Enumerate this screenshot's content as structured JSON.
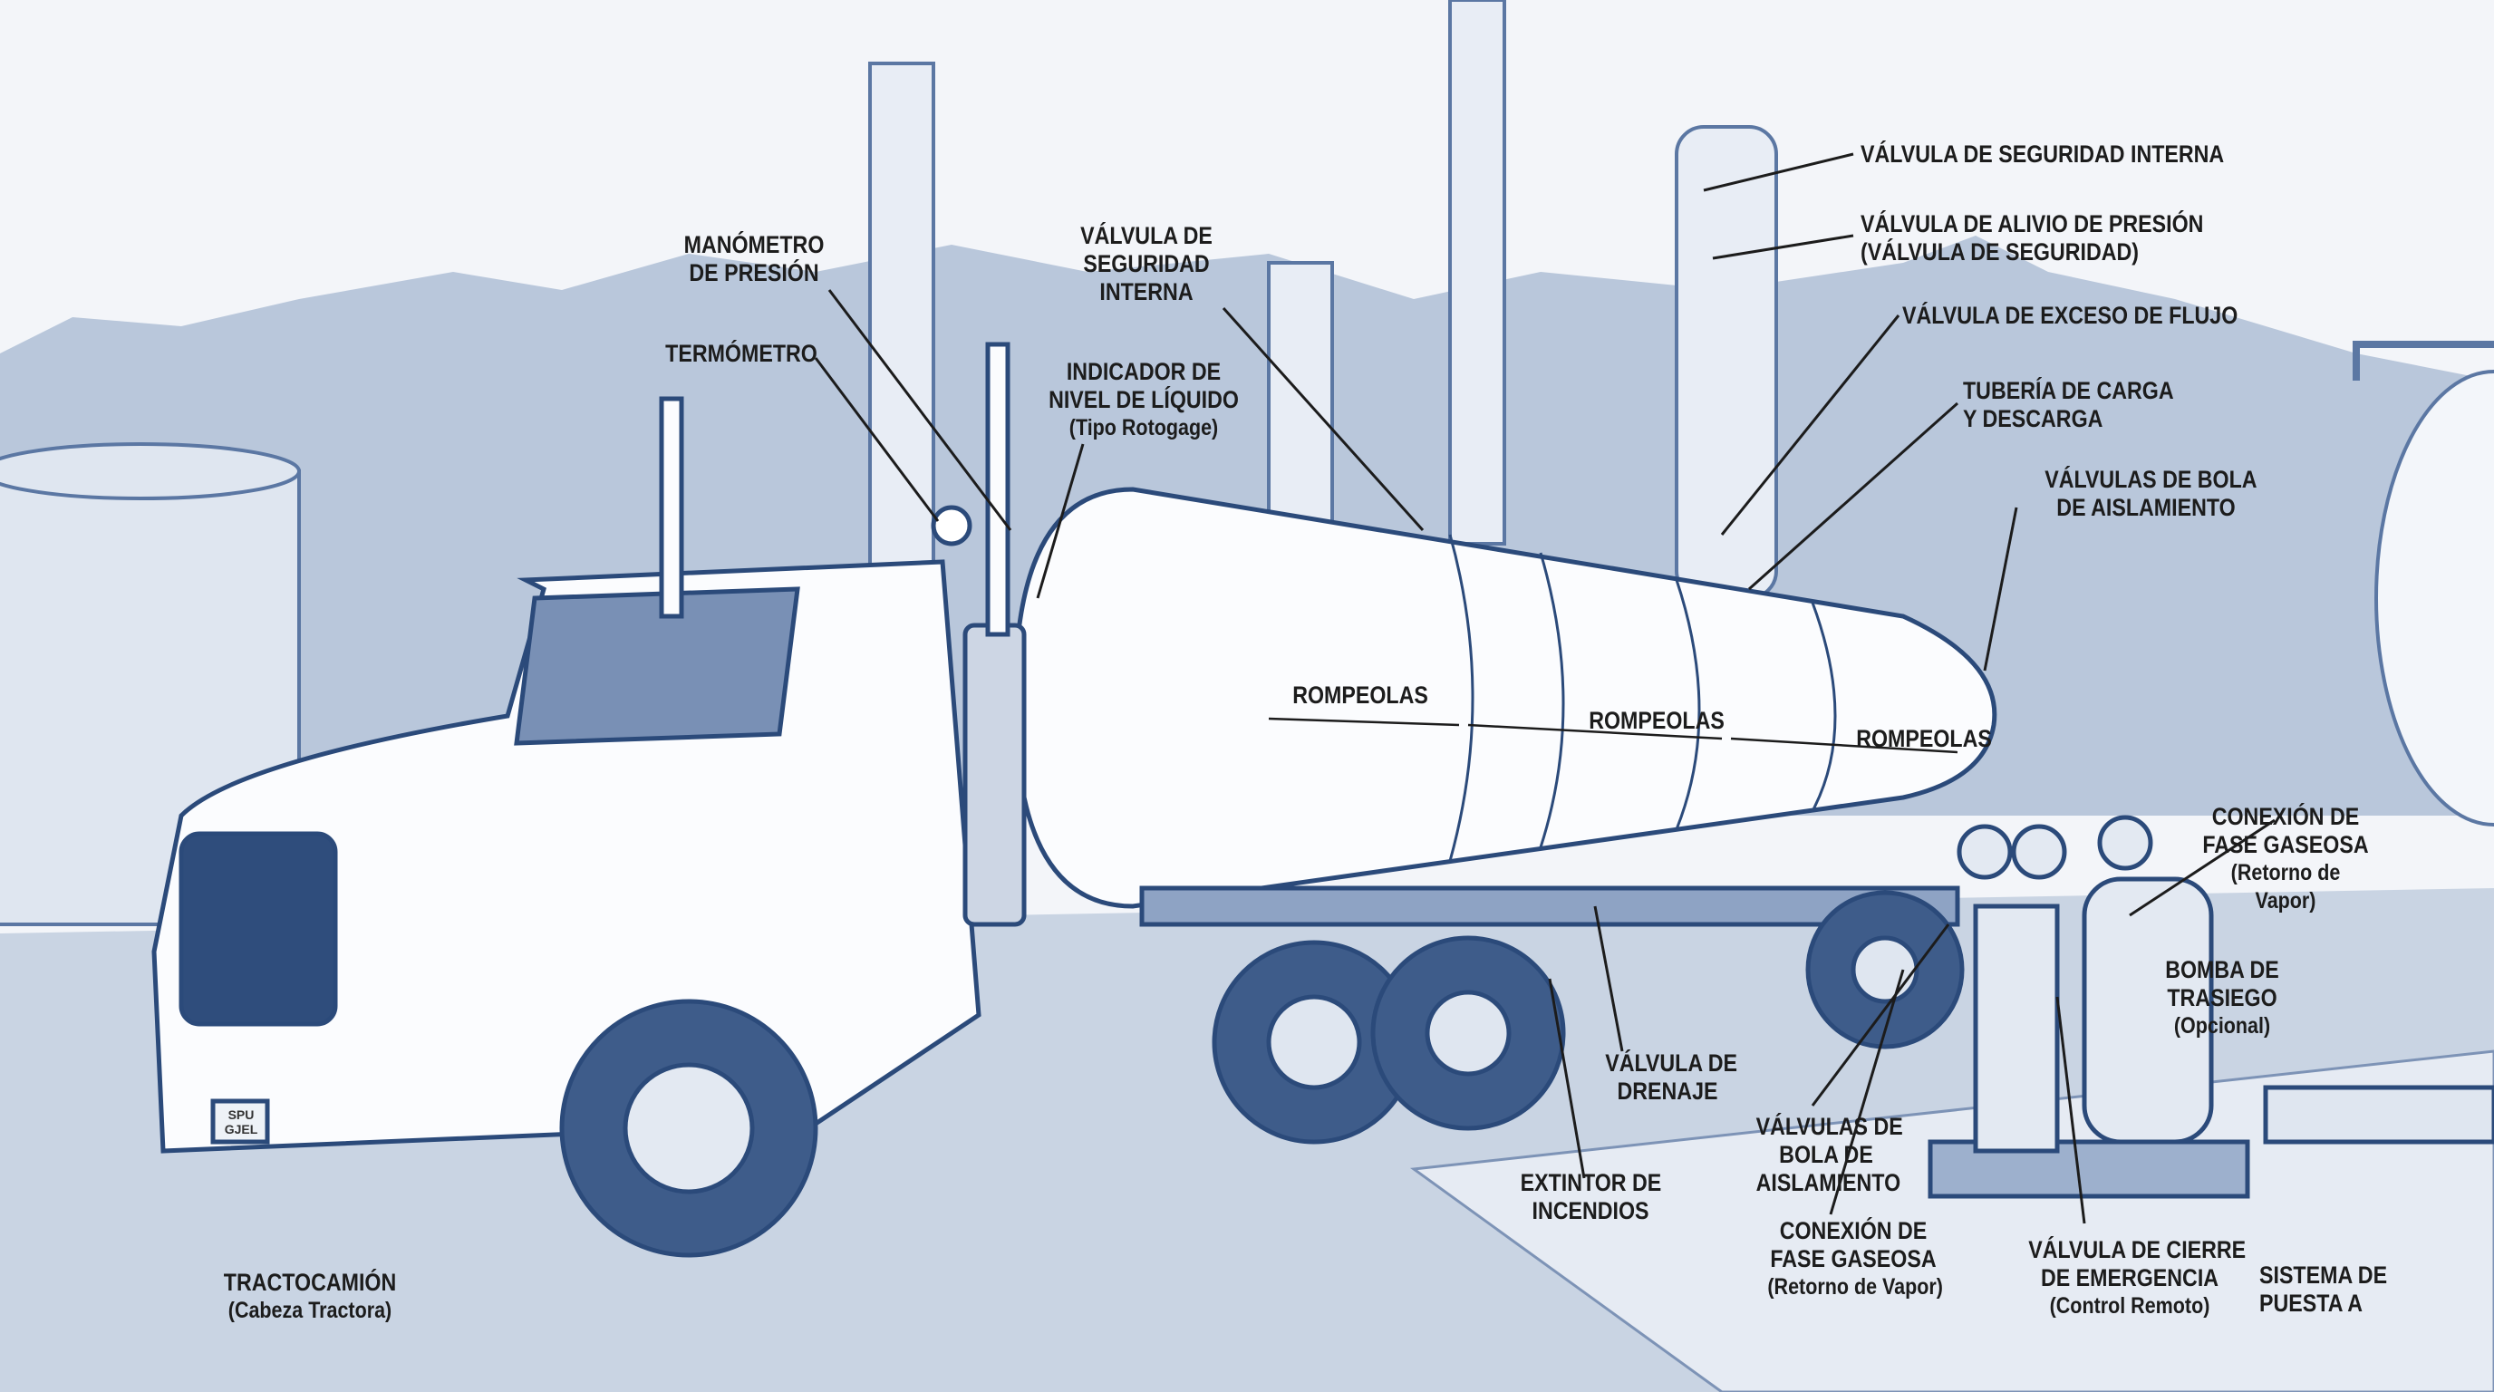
{
  "labels": {
    "manometro": {
      "line1": "MANÓMETRO",
      "line2": "DE PRESIÓN"
    },
    "termometro": {
      "line1": "TERMÓMETRO"
    },
    "seguridad_interna_center": {
      "line1": "VÁLVULA DE",
      "line2": "SEGURIDAD",
      "line3": "INTERNA"
    },
    "indicador_nivel": {
      "line1": "INDICADOR DE",
      "line2": "NIVEL DE LÍQUIDO",
      "sub": "(Tipo Rotogage)"
    },
    "seguridad_interna_right": {
      "line1": "VÁLVULA DE SEGURIDAD INTERNA"
    },
    "alivio_presion": {
      "line1": "VÁLVULA DE ALIVIO DE PRESIÓN",
      "line2": "(VÁLVULA DE SEGURIDAD)"
    },
    "exceso_flujo": {
      "line1": "VÁLVULA DE EXCESO DE FLUJO"
    },
    "tuberia": {
      "line1": "TUBERÍA DE CARGA",
      "line2": "Y DESCARGA"
    },
    "bola_top": {
      "line1": "VÁLVULAS DE BOLA",
      "line2": "DE AISLAMIENTO"
    },
    "rompeolas": [
      "ROMPEOLAS",
      "ROMPEOLAS",
      "ROMPEOLAS"
    ],
    "fase_gaseosa_right": {
      "line1": "CONEXIÓN DE",
      "line2": "FASE GASEOSA",
      "sub1": "(Retorno de",
      "sub2": "Vapor)"
    },
    "bomba": {
      "line1": "BOMBA DE",
      "line2": "TRASIEGO",
      "sub": "(Opcional)"
    },
    "drenaje": {
      "line1": "VÁLVULA DE",
      "line2": "DRENAJE"
    },
    "bola_bottom": {
      "line1": "VÁLVULAS DE",
      "line2": "BOLA DE",
      "line3": "AISLAMIENTO"
    },
    "extintor": {
      "line1": "EXTINTOR DE",
      "line2": "INCENDIOS"
    },
    "fase_gaseosa_bottom": {
      "line1": "CONEXIÓN DE",
      "line2": "FASE GASEOSA",
      "sub": "(Retorno de Vapor)"
    },
    "cierre_emergencia": {
      "line1": "VÁLVULA DE CIERRE",
      "line2": "DE EMERGENCIA",
      "sub": "(Control Remoto)"
    },
    "puesta_tierra": {
      "line1": "SISTEMA DE",
      "line2": "PUESTA A"
    },
    "tractocamion": {
      "line1": "TRACTOCAMIÓN",
      "sub": "(Cabeza Tractora)"
    }
  },
  "plate": "SPU GJEL",
  "colors": {
    "ink": "#2b4a7a",
    "sky": "#f3f5f9",
    "mountain": "#b9c7db",
    "ground": "#c8d3e2",
    "tank": "#fbfcfe"
  }
}
